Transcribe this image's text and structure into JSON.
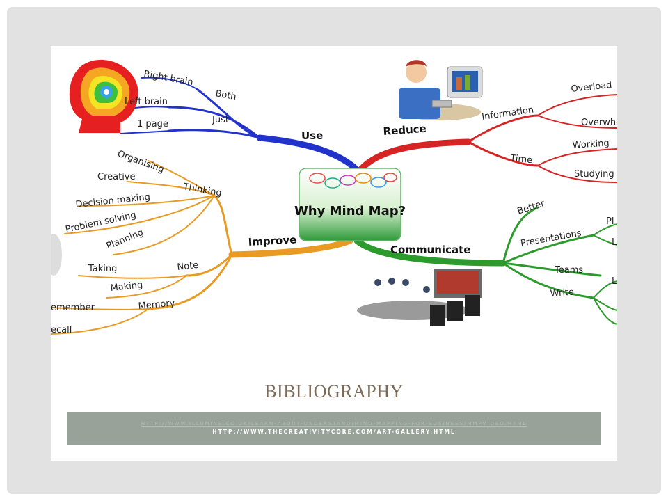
{
  "map": {
    "center": "Why Mind Map?",
    "use": {
      "label": "Use",
      "items": [
        "Right brain",
        "Both",
        "Left brain",
        "Just",
        "1 page"
      ]
    },
    "reduce": {
      "label": "Reduce",
      "items": [
        "Information",
        "Overload",
        "Overwhe",
        "Time",
        "Working",
        "Studying"
      ]
    },
    "improve": {
      "label": "Improve",
      "items": [
        "Organising",
        "Creative",
        "Thinking",
        "Decision making",
        "Problem solving",
        "Planning",
        "Taking",
        "Note",
        "Making",
        "Memory",
        "emember",
        "ecall"
      ]
    },
    "communicate": {
      "label": "Communicate",
      "items": [
        "Better",
        "Presentations",
        "Pl",
        "L",
        "Teams",
        "Write",
        "L"
      ]
    }
  },
  "bibliography": {
    "title": "BIBLIOGRAPHY",
    "link1": "HTTP://WWW.ILLUMINE.CO.UK/LEARN-ABOUT-UNDERSTAND/MIND-MAPPING-FOR-BUSINESS/MMPVIDEO.HTML",
    "link2": "HTTP://WWW.THECREATIVITYCORE.COM/ART-GALLERY.HTML"
  }
}
